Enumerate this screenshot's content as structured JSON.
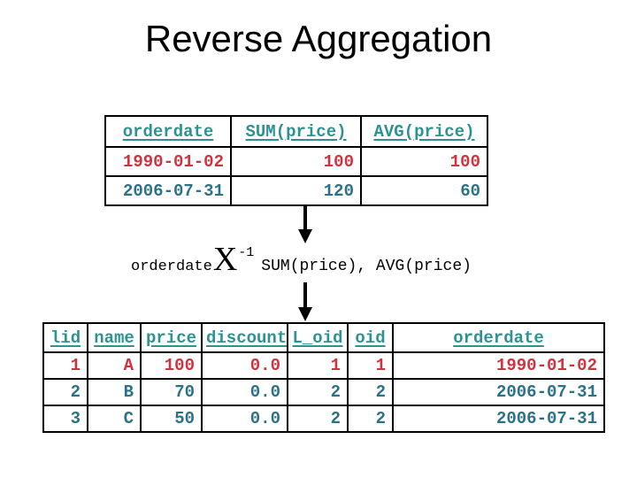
{
  "slide": {
    "title": "Reverse Aggregation"
  },
  "colors": {
    "background": "#FFFFFF",
    "table_border": "#000000",
    "header_teal": "#2E9292",
    "data_teal": "#2C7186",
    "data_red": "#CC3540",
    "arrow": "#000000"
  },
  "aggregated_table": {
    "headers": [
      "orderdate",
      "SUM(price)",
      "AVG(price)"
    ],
    "rows": [
      {
        "color": "red",
        "cells": [
          "1990-01-02",
          "100",
          "100"
        ]
      },
      {
        "color": "teal",
        "cells": [
          "2006-07-31",
          "120",
          "60"
        ]
      }
    ]
  },
  "formula": {
    "prefix": "orderdate",
    "operator": "X",
    "exponent": "-1",
    "suffix": "SUM(price), AVG(price)"
  },
  "lineitem_table": {
    "headers": [
      "lid",
      "name",
      "price",
      "discount",
      "L_oid",
      "oid",
      "orderdate"
    ],
    "rows": [
      {
        "color": "red",
        "cells": [
          "1",
          "A",
          "100",
          "0.0",
          "1",
          "1",
          "1990-01-02"
        ]
      },
      {
        "color": "teal",
        "cells": [
          "2",
          "B",
          "70",
          "0.0",
          "2",
          "2",
          "2006-07-31"
        ]
      },
      {
        "color": "teal",
        "cells": [
          "3",
          "C",
          "50",
          "0.0",
          "2",
          "2",
          "2006-07-31"
        ]
      }
    ]
  }
}
